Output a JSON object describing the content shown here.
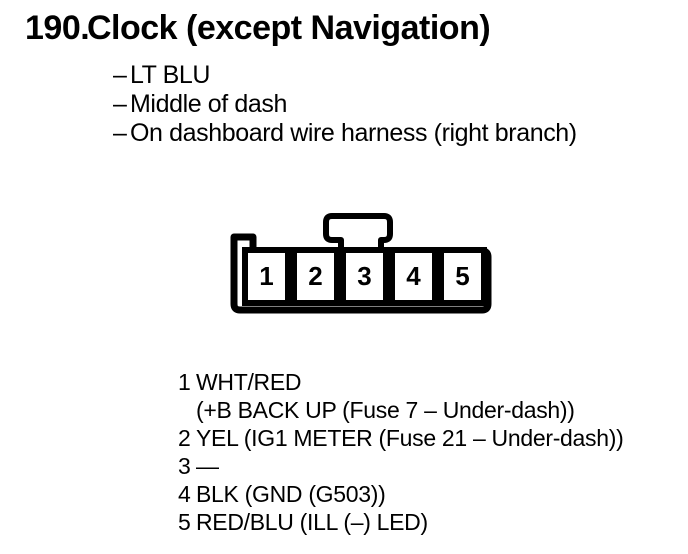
{
  "page": {
    "item_number": "190.",
    "title": "Clock (except Navigation)"
  },
  "notes": {
    "bullet_char": "–",
    "items": [
      "LT BLU",
      "Middle of dash",
      "On dashboard wire harness (right branch)"
    ]
  },
  "connector": {
    "pins": [
      "1",
      "2",
      "3",
      "4",
      "5"
    ]
  },
  "pin_list": [
    {
      "number": "1",
      "lines": [
        "WHT/RED",
        "(+B BACK UP (Fuse 7 – Under-dash))"
      ]
    },
    {
      "number": "2",
      "lines": [
        "YEL (IG1 METER (Fuse 21 – Under-dash))"
      ]
    },
    {
      "number": "3",
      "lines": [
        "—"
      ]
    },
    {
      "number": "4",
      "lines": [
        "BLK (GND (G503))"
      ]
    },
    {
      "number": "5",
      "lines": [
        "RED/BLU (ILL (–) LED)"
      ]
    }
  ],
  "colors": {
    "ink": "#000000",
    "paper": "#ffffff"
  }
}
